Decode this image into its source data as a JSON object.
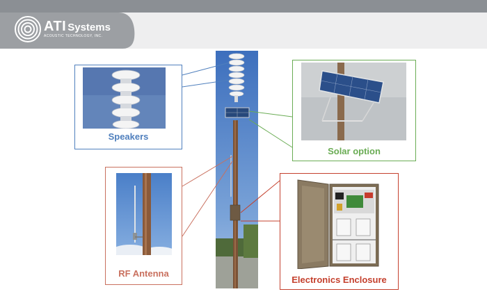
{
  "brand": {
    "name": "ATI",
    "name_suffix": "Systems",
    "tagline": "ACOUSTIC TECHNOLOGY, INC."
  },
  "captions": {
    "speakers": "Speakers",
    "solar": "Solar option",
    "rf_antenna": "RF Antenna",
    "electronics": "Electronics Enclosure"
  },
  "colors": {
    "speakers_accent": "#4f7fbd",
    "solar_accent": "#6aac54",
    "rf_accent": "#c9705e",
    "electronics_accent": "#c4402d"
  }
}
